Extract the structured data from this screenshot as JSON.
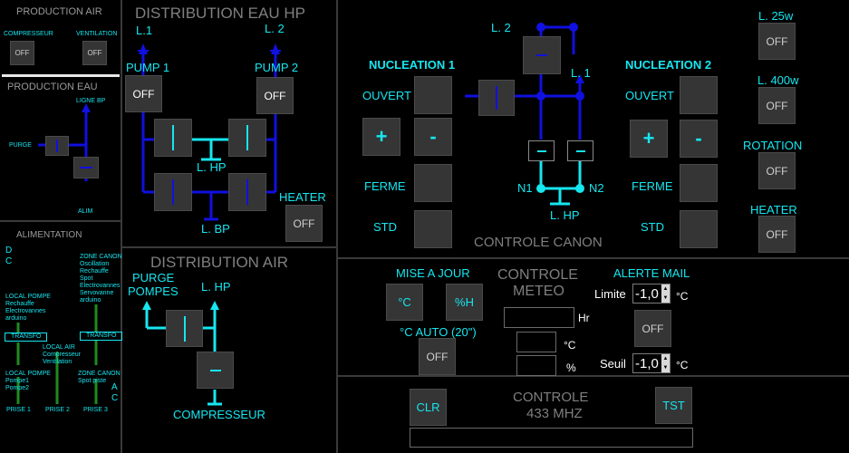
{
  "production_air": {
    "title": "PRODUCTION AIR",
    "compresseur": {
      "label": "COMPRESSEUR",
      "button": "OFF"
    },
    "ventilation": {
      "label": "VENTILATION",
      "button": "OFF"
    }
  },
  "production_eau": {
    "title": "PRODUCTION EAU",
    "ligne_bp": "LIGNE BP",
    "purge": "PURGE",
    "alim": "ALIM"
  },
  "alimentation": {
    "title": "ALIMENTATION",
    "dc_d": "D",
    "dc_c": "C",
    "zone_canon_title": "ZONE CANON",
    "zone_canon_items": [
      "Oscillation",
      "Rechauffe",
      "Spot",
      "Electrovannes",
      "Servovanne",
      "arduino"
    ],
    "local_pompe1_title": "LOCAL POMPE",
    "local_pompe1_items": [
      "Rechauffe",
      "Electrovannes",
      "arduino"
    ],
    "transfo1": "TRANSFO",
    "transfo2": "TRANSFO",
    "local_air_title": "LOCAL AIR",
    "local_air_items": [
      "Compresseur",
      "Ventilation"
    ],
    "local_pompe2_title": "LOCAL POMPE",
    "local_pompe2_items": [
      "Pompe1",
      "Pompe2"
    ],
    "zone_canon2_title": "ZONE CANON",
    "zone_canon2_items": [
      "Spot piste"
    ],
    "ac_a": "A",
    "ac_c": "C",
    "prise1": "PRISE 1",
    "prise2": "PRISE 2",
    "prise3": "PRISE 3"
  },
  "distribution_eau_hp": {
    "title": "DISTRIBUTION EAU HP",
    "l1": "L.1",
    "l2": "L. 2",
    "pump1_label": "PUMP 1",
    "pump2_label": "PUMP 2",
    "pump1_button": "OFF",
    "pump2_button": "OFF",
    "l_hp": "L. HP",
    "l_bp": "L. BP",
    "heater_label": "HEATER",
    "heater_button": "OFF"
  },
  "distribution_air": {
    "title": "DISTRIBUTION AIR",
    "purge": "PURGE",
    "pompes": "POMPES",
    "l_hp": "L. HP",
    "compresseur": "COMPRESSEUR"
  },
  "controle_canon": {
    "title": "CONTROLE CANON",
    "nucleation1": "NUCLEATION 1",
    "nucleation2": "NUCLEATION 2",
    "ouvert": "OUVERT",
    "ferme": "FERME",
    "std": "STD",
    "plus": "+",
    "minus": "-",
    "l2": "L. 2",
    "l1": "L. 1",
    "n1": "N1",
    "n2": "N2",
    "l_hp": "L. HP",
    "l25w": "L. 25w",
    "l25w_button": "OFF",
    "l400w": "L. 400w",
    "l400w_button": "OFF",
    "rotation": "ROTATION",
    "rotation_button": "OFF",
    "heater": "HEATER",
    "heater_button": "OFF"
  },
  "meteo": {
    "mise_a_jour": "MISE A JOUR",
    "celsius_button": "°C",
    "humidity_button": "%H",
    "auto_label": "°C AUTO (20\")",
    "auto_button": "OFF",
    "title_line1": "CONTROLE",
    "title_line2": "METEO",
    "hr_unit": "Hr",
    "c_unit": "°C",
    "pct_unit": "%",
    "alerte_mail": "ALERTE MAIL",
    "limite_label": "Limite",
    "limite_value": "-1,0",
    "limite_unit": "°C",
    "alert_button": "OFF",
    "seuil_label": "Seuil",
    "seuil_value": "-1,0",
    "seuil_unit": "°C"
  },
  "radio": {
    "clr_button": "CLR",
    "tst_button": "TST",
    "title_line1": "CONTROLE",
    "title_line2": "433 MHZ"
  },
  "colors": {
    "accent": "#16e6f0",
    "pipe": "#1010e0",
    "button": "#353535",
    "power": "#1f8a1f"
  }
}
